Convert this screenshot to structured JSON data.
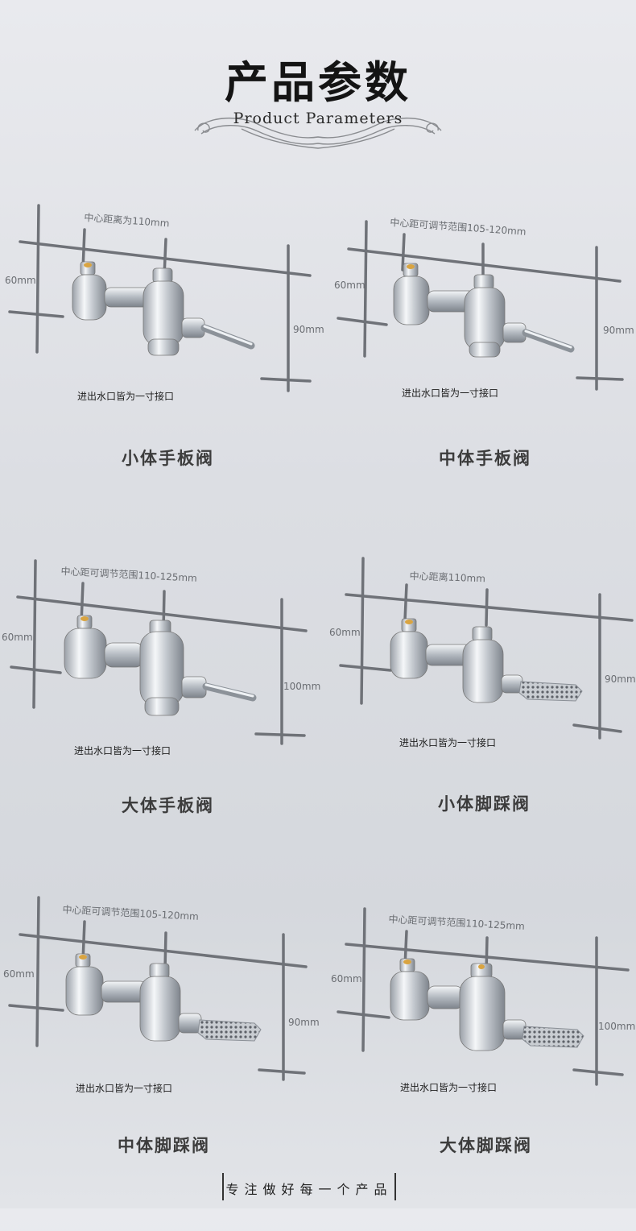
{
  "header": {
    "title": "产品参数",
    "subtitle": "Product Parameters"
  },
  "panels": [
    {
      "center_label": "中心距离为110mm",
      "height_left": "60mm",
      "height_right": "90mm",
      "note": "进出水口皆为一寸接口",
      "caption": "小体手板阀",
      "handle": "lever"
    },
    {
      "center_label": "中心距可调节范围105-120mm",
      "height_left": "60mm",
      "height_right": "90mm",
      "note": "进出水口皆为一寸接口",
      "caption": "中体手板阀",
      "handle": "lever"
    },
    {
      "center_label": "中心距可调节范围110-125mm",
      "height_left": "60mm",
      "height_right": "100mm",
      "note": "进出水口皆为一寸接口",
      "caption": "大体手板阀",
      "handle": "lever"
    },
    {
      "center_label": "中心距离110mm",
      "height_left": "60mm",
      "height_right": "90mm",
      "note": "进出水口皆为一寸接口",
      "caption": "小体脚踩阀",
      "handle": "pedal"
    },
    {
      "center_label": "中心距可调节范围105-120mm",
      "height_left": "60mm",
      "height_right": "90mm",
      "note": "进出水口皆为一寸接口",
      "caption": "中体脚踩阀",
      "handle": "pedal"
    },
    {
      "center_label": "中心距可调节范围110-125mm",
      "height_left": "60mm",
      "height_right": "100mm",
      "note": "进出水口皆为一寸接口",
      "caption": "大体脚踩阀",
      "handle": "pedal"
    }
  ],
  "footer": {
    "slogan": "专注做好每一个产品"
  },
  "colors": {
    "guide_line": "#6f7278",
    "chrome_dark": "#8d939b",
    "chrome_light": "#f4f6f8",
    "title": "#141414"
  }
}
